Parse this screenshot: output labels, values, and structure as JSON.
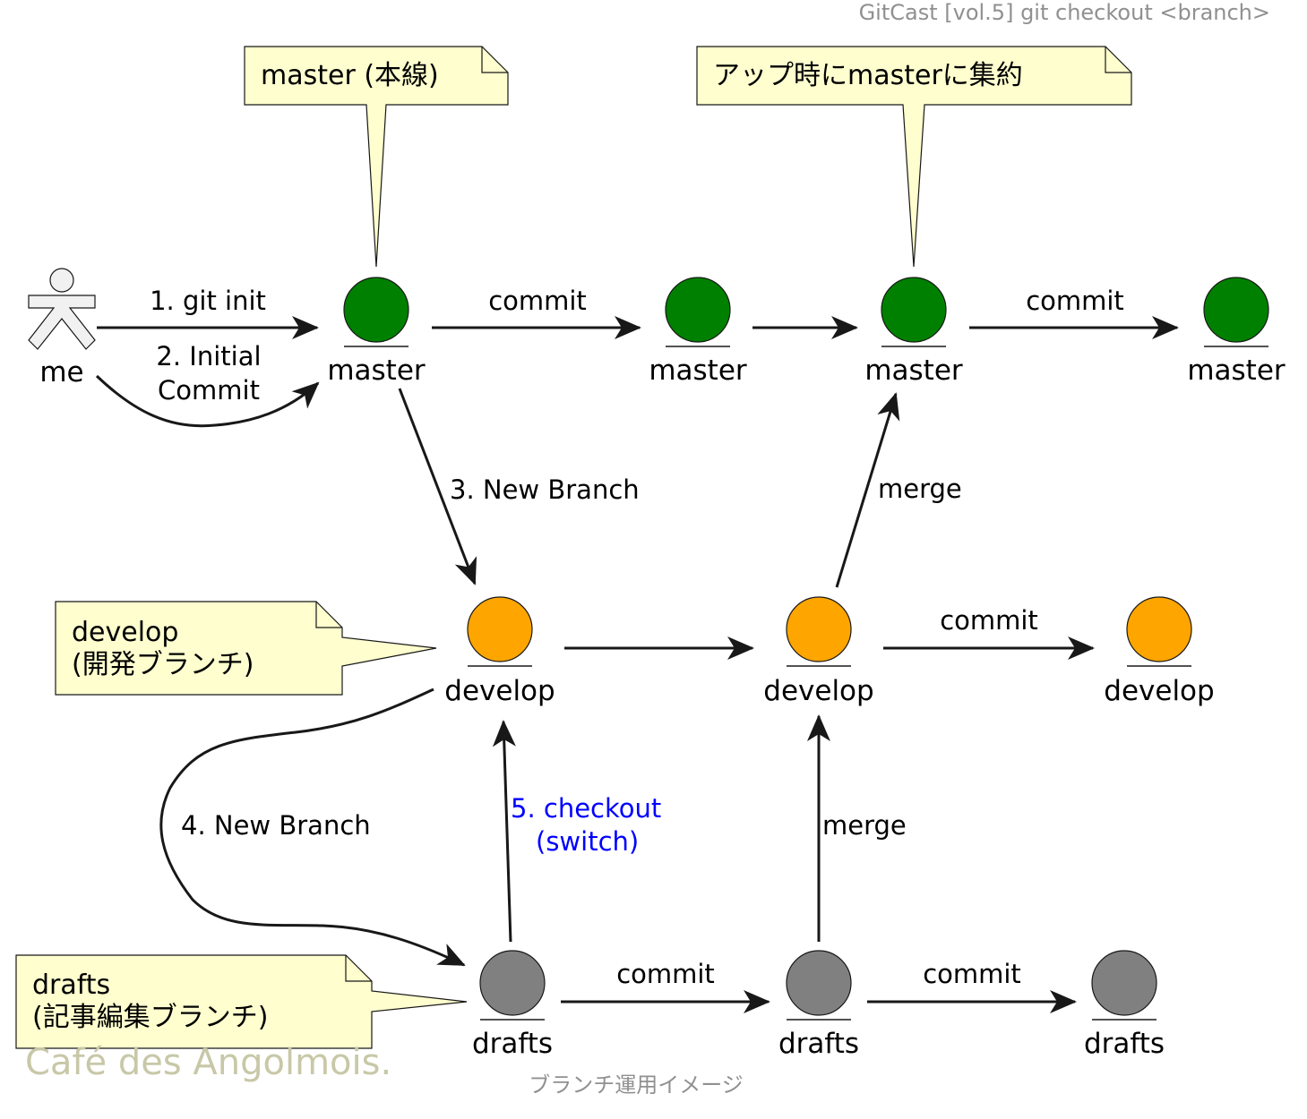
{
  "header": {
    "title": "GitCast [vol.5] git checkout <branch>"
  },
  "caption": "ブランチ運用イメージ",
  "watermark": "Café des Angolmois.",
  "colors": {
    "master": "#008000",
    "develop": "#ffa500",
    "drafts": "#808080",
    "note_bg": "#fefece",
    "highlight_text": "#0000ff"
  },
  "actor": {
    "label": "me",
    "icon": "actor-stick-figure-icon"
  },
  "nodes": [
    {
      "id": "m1",
      "branch": "master",
      "label": "master"
    },
    {
      "id": "m2",
      "branch": "master",
      "label": "master"
    },
    {
      "id": "m3",
      "branch": "master",
      "label": "master"
    },
    {
      "id": "m4",
      "branch": "master",
      "label": "master"
    },
    {
      "id": "d1",
      "branch": "develop",
      "label": "develop"
    },
    {
      "id": "d2",
      "branch": "develop",
      "label": "develop"
    },
    {
      "id": "d3",
      "branch": "develop",
      "label": "develop"
    },
    {
      "id": "r1",
      "branch": "drafts",
      "label": "drafts"
    },
    {
      "id": "r2",
      "branch": "drafts",
      "label": "drafts"
    },
    {
      "id": "r3",
      "branch": "drafts",
      "label": "drafts"
    }
  ],
  "edges": [
    {
      "from": "me",
      "to": "m1",
      "label": "1. git init"
    },
    {
      "from": "me",
      "to": "m1",
      "label_lines": [
        "2. Initial",
        "Commit"
      ]
    },
    {
      "from": "m1",
      "to": "m2",
      "label": "commit"
    },
    {
      "from": "m2",
      "to": "m3",
      "label": ""
    },
    {
      "from": "m3",
      "to": "m4",
      "label": "commit"
    },
    {
      "from": "m1",
      "to": "d1",
      "label": "3. New Branch"
    },
    {
      "from": "d1",
      "to": "d2",
      "label": ""
    },
    {
      "from": "d2",
      "to": "d3",
      "label": "commit"
    },
    {
      "from": "d2",
      "to": "m3",
      "label": "merge"
    },
    {
      "from": "d1",
      "to": "r1",
      "label": "4. New Branch"
    },
    {
      "from": "r1",
      "to": "d1",
      "label_lines": [
        "5. checkout",
        "(switch)"
      ],
      "highlight": true
    },
    {
      "from": "r1",
      "to": "r2",
      "label": "commit"
    },
    {
      "from": "r2",
      "to": "r3",
      "label": "commit"
    },
    {
      "from": "r2",
      "to": "d2",
      "label": "merge"
    }
  ],
  "notes": [
    {
      "target": "m1",
      "lines": [
        "master (本線)"
      ]
    },
    {
      "target": "m3",
      "lines": [
        "アップ時にmasterに集約"
      ]
    },
    {
      "target": "d1",
      "lines": [
        "develop",
        "(開発ブランチ)"
      ]
    },
    {
      "target": "r1",
      "lines": [
        "drafts",
        "(記事編集ブランチ)"
      ]
    }
  ]
}
